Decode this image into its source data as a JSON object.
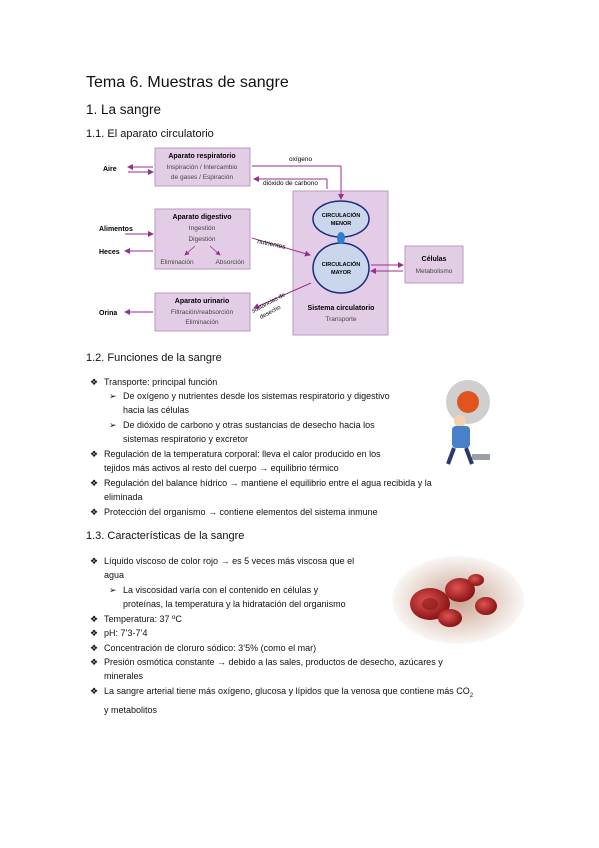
{
  "title": "Tema 6. Muestras de sangre",
  "section1": "1. La sangre",
  "sub11": "1.1.  El aparato circulatorio",
  "diagram": {
    "aire": "Aire",
    "alimentos": "Alimentos",
    "heces": "Heces",
    "orina": "Orina",
    "resp_title": "Aparato respiratorio",
    "resp_l1": "Inspiración / Intercambio",
    "resp_l2": "de gases / Espiración",
    "dig_title": "Aparato digestivo",
    "dig_l1": "Ingestión",
    "dig_l2": "Digestión",
    "dig_l3": "Eliminación",
    "dig_l4": "Absorción",
    "uri_title": "Aparato urinario",
    "uri_l1": "Filtración/reabsorción",
    "uri_l2": "Eliminación",
    "oxigeno": "oxígeno",
    "co2": "dióxido de carbono",
    "nutrientes": "nutrientes",
    "sust1": "sustancias de",
    "sust2": "desecho",
    "circ_menor1": "CIRCULACIÓN",
    "circ_menor2": "MENOR",
    "circ_mayor1": "CIRCULACIÓN",
    "circ_mayor2": "MAYOR",
    "sis_title": "Sistema circulatorio",
    "sis_sub": "Transporte",
    "cel_title": "Células",
    "cel_sub": "Metabolismo"
  },
  "sub12": "1.2.  Funciones de la sangre",
  "funciones": {
    "b1": "Transporte: principal función",
    "b1a_l1": "De oxígeno y nutrientes desde los sistemas respiratorio y digestivo",
    "b1a_l2": "hacia las células",
    "b1b_l1": "De dióxido de carbono y otras sustancias de desecho hacia los",
    "b1b_l2": "sistemas respiratorio y excretor",
    "b2_l1": "Regulación de la temperatura corporal: lleva el calor producido en los",
    "b2_l2": "tejidos más activos al resto del cuerpo → equilibrio térmico",
    "b3_l1": "Regulación del balance hídrico → mantiene el equilibrio entre el agua recibida y la",
    "b3_l2": "eliminada",
    "b4": "Protección del organismo → contiene elementos del sistema inmune"
  },
  "sub13": "1.3.  Características de la sangre",
  "caract": {
    "c1_l1": "Líquido viscoso de color rojo → es 5 veces más viscosa que el",
    "c1_l2": "agua",
    "c1a_l1": "La viscosidad varía con el contenido en células y",
    "c1a_l2": "proteínas, la temperatura y la hidratación del organismo",
    "c2": "Temperatura: 37 ºC",
    "c3": "pH: 7’3-7’4",
    "c4": "Concentración de cloruro sódico: 3’5% (como el mar)",
    "c5_l1": "Presión osmótica constante → debido a las sales, productos de desecho, azúcares y",
    "c5_l2": "minerales",
    "c6_l1": "La sangre arterial tiene más oxígeno, glucosa y lípidos que la venosa que contiene más CO",
    "c6_sub": "2",
    "c6_l2": "y metabolitos"
  },
  "colors": {
    "box_fill": "#e3cde6",
    "box_stroke": "#b79bbd",
    "arrow": "#9a2f8f",
    "ellipse_fill": "#c9d6ec",
    "ellipse_stroke": "#1f2a7a",
    "drop": "#2f7fd0"
  }
}
